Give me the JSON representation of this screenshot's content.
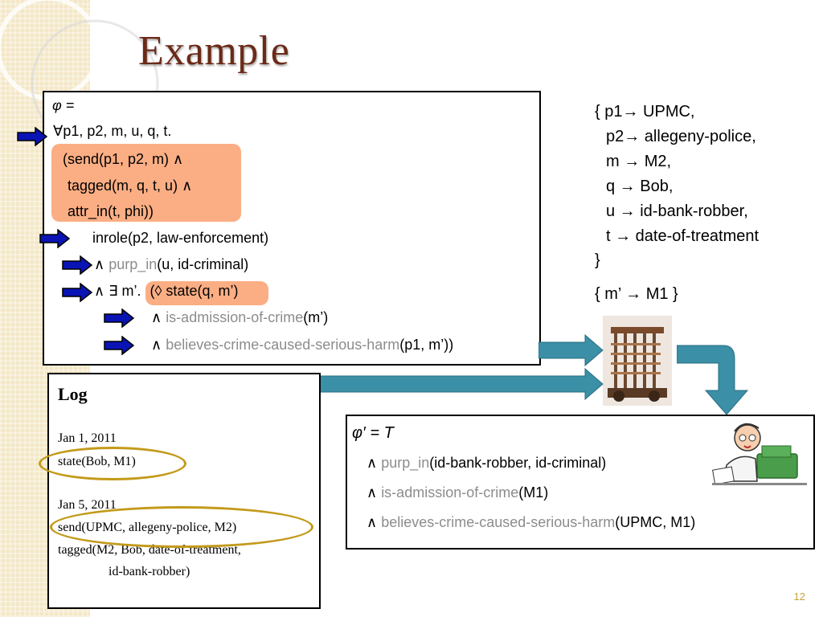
{
  "title": "Example",
  "formula": {
    "phi_label": "φ =",
    "quant": "∀p1, p2, m, u, q, t.",
    "send": "(send(p1, p2, m) ∧",
    "tagged": "tagged(m, q, t, u) ∧",
    "attr": "attr_in(t, phi))",
    "inrole": "inrole(p2, law-enforcement)",
    "purp_and": "∧ ",
    "purp_pred": "purp_in",
    "purp_args": "(u, id-criminal)",
    "exists_prefix": "∧ ∃ m’. ",
    "state_expr": "(◊ state(q, m’)",
    "adm_and": "∧ ",
    "adm_pred": "is-admission-of-crime",
    "adm_args": "(m’)",
    "bel_and": "∧ ",
    "bel_pred": "believes-crime-caused-serious-harm",
    "bel_args": "(p1, m’))"
  },
  "mapping": {
    "lines": [
      "{ p1→ UPMC,",
      "p2→ allegeny-police,",
      "m → M2,",
      "q  → Bob,",
      "u  → id-bank-robber,",
      "t  → date-of-treatment",
      "}"
    ],
    "second": "{ m’ → M1 }"
  },
  "log": {
    "title": "Log",
    "date1": "Jan 1, 2011",
    "entry1": "state(Bob, M1)",
    "date2": "Jan 5, 2011",
    "entry2": "send(UPMC, allegeny-police, M2)",
    "entry3": "tagged(M2, Bob, date-of-treatment,",
    "entry3b": "id-bank-robber)"
  },
  "result": {
    "head": "φ′ =  T",
    "l1_and": "∧ ",
    "l1_pred": "purp_in",
    "l1_args": "(id-bank-robber, id-criminal)",
    "l2_and": "∧ ",
    "l2_pred": "is-admission-of-crime",
    "l2_args": "(M1)",
    "l3_and": "∧ ",
    "l3_pred": "believes-crime-caused-serious-harm",
    "l3_args": "(UPMC, M1)"
  },
  "page_number": "12",
  "colors": {
    "title": "#6b2a18",
    "highlight": "#faa06e",
    "arrow": "#0a14b4",
    "flow_arrow": "#3b8fa6",
    "log_ring": "#c39a1a"
  }
}
